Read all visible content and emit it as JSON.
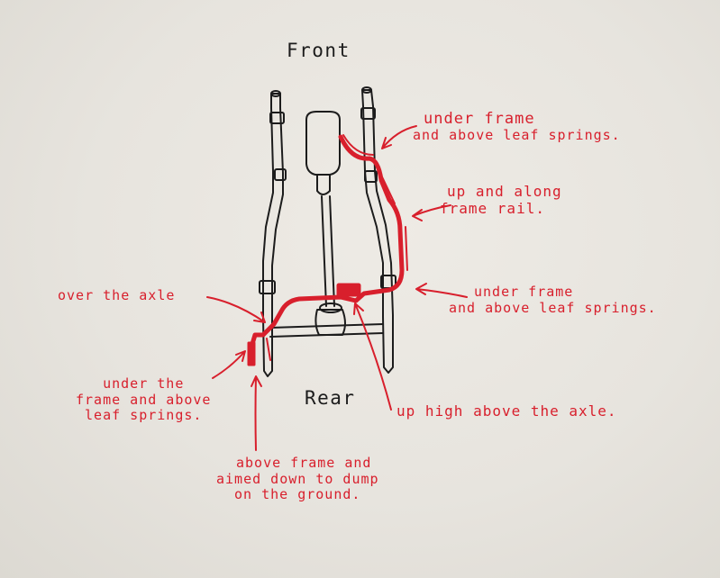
{
  "labels": {
    "front": "Front",
    "rear": "Rear",
    "under_frame_top": [
      "under frame",
      "and above leaf springs."
    ],
    "up_along_rail": [
      "up and along",
      "frame rail."
    ],
    "under_frame_mid": [
      "under frame",
      "and above leaf springs."
    ],
    "over_axle": "over the axle",
    "under_frame_rear": [
      "under the",
      "frame and above",
      "leaf springs."
    ],
    "up_high_axle": "up high above the axle.",
    "above_frame_dump": [
      "above frame and",
      "aimed down to dump",
      "on the ground."
    ]
  },
  "colors": {
    "paper": "#e7e4de",
    "ink_black": "#1c1c1c",
    "ink_red": "#d81f2c"
  }
}
